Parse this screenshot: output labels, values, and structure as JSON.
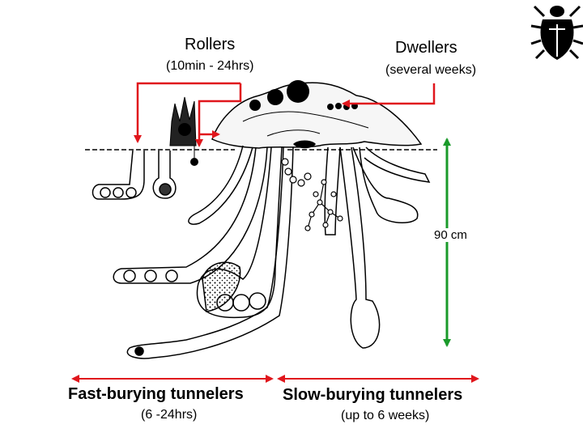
{
  "labels": {
    "rollers": "Rollers",
    "rollers_time": "(10min - 24hrs)",
    "dwellers": "Dwellers",
    "dwellers_time": "(several weeks)",
    "depth": "90 cm",
    "fast": "Fast-burying tunnelers",
    "fast_time": "(6 -24hrs)",
    "slow": "Slow-burying tunnelers",
    "slow_time": "(up to 6 weeks)"
  },
  "colors": {
    "pointer_arrows": "#e0161c",
    "depth_arrow": "#1a9a2a",
    "burial_arrows": "#e0161c",
    "ink": "#000000"
  },
  "icons": {
    "corner_logo": "scarab-beetle-icon"
  }
}
